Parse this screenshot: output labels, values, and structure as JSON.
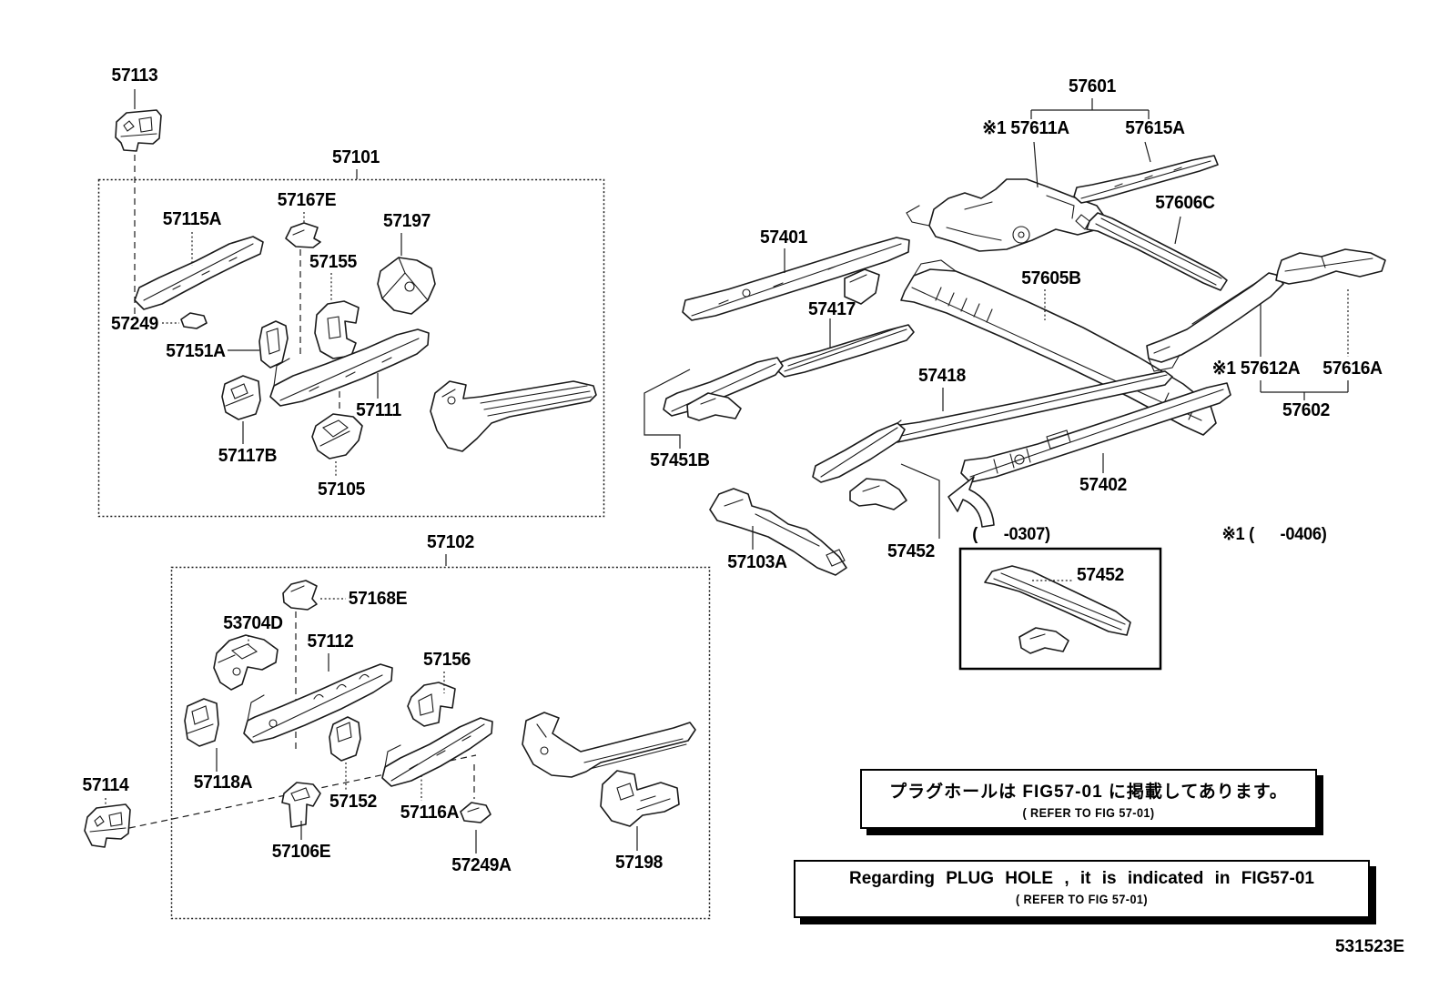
{
  "figure_code": "531523E",
  "range_notes": {
    "note_0307": "(      -0307)",
    "note_0406": "※1 (      -0406)"
  },
  "plug_hole_note_jp": {
    "line1": "プラグホールは FIG57-01 に掲載してあります。",
    "line2": "( REFER TO FIG 57-01)"
  },
  "plug_hole_note_en": {
    "line1": "Regarding PLUG HOLE , it is indicated in FIG57-01",
    "line2": "( REFER TO FIG 57-01)"
  },
  "part_labels": [
    {
      "text": "57113"
    },
    {
      "text": "57101"
    },
    {
      "text": "57167E"
    },
    {
      "text": "57115A"
    },
    {
      "text": "57197"
    },
    {
      "text": "57155"
    },
    {
      "text": "57249"
    },
    {
      "text": "57151A"
    },
    {
      "text": "57111"
    },
    {
      "text": "57117B"
    },
    {
      "text": "57105"
    },
    {
      "text": "57102"
    },
    {
      "text": "57168E"
    },
    {
      "text": "53704D"
    },
    {
      "text": "57112"
    },
    {
      "text": "57156"
    },
    {
      "text": "57118A"
    },
    {
      "text": "57114"
    },
    {
      "text": "57152"
    },
    {
      "text": "57116A"
    },
    {
      "text": "57106E"
    },
    {
      "text": "57249A"
    },
    {
      "text": "57198"
    },
    {
      "text": "57601"
    },
    {
      "text": "※1 57611A"
    },
    {
      "text": "57615A"
    },
    {
      "text": "57606C"
    },
    {
      "text": "57401"
    },
    {
      "text": "57417"
    },
    {
      "text": "57605B"
    },
    {
      "text": "※1 57612A"
    },
    {
      "text": "57616A"
    },
    {
      "text": "57602"
    },
    {
      "text": "57418"
    },
    {
      "text": "57402"
    },
    {
      "text": "57451B"
    },
    {
      "text": "57452"
    },
    {
      "text": "57103A"
    },
    {
      "text": "57452"
    }
  ]
}
